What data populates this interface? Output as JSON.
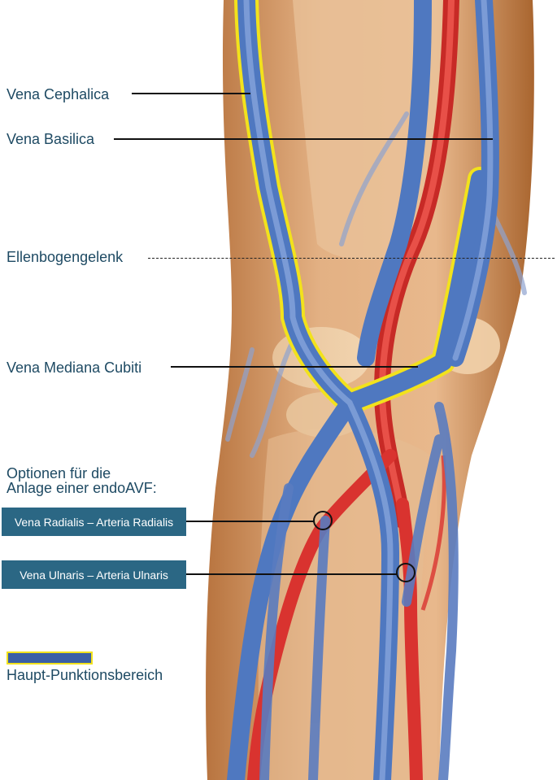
{
  "labels": {
    "cephalica": "Vena Cephalica",
    "basilica": "Vena Basilica",
    "joint": "Ellenbogengelenk",
    "mediana": "Vena Mediana Cubiti",
    "options_line1": "Optionen für die",
    "options_line2": "Anlage einer endoAVF:"
  },
  "options": [
    {
      "label": "Vena Radialis – Arteria Radialis"
    },
    {
      "label": "Vena Ulnaris – Arteria Ulnaris"
    }
  ],
  "legend": {
    "label": "Haupt-Punktionsbereich",
    "swatch_fill": "#3a5fa6",
    "swatch_border": "#f2e21c"
  },
  "colors": {
    "label_text": "#1e4a63",
    "box_fill": "#2b6784",
    "vein": "#4f78c0",
    "artery": "#d9332f",
    "highlight": "#f2e21c",
    "skin": "#e0a574"
  }
}
